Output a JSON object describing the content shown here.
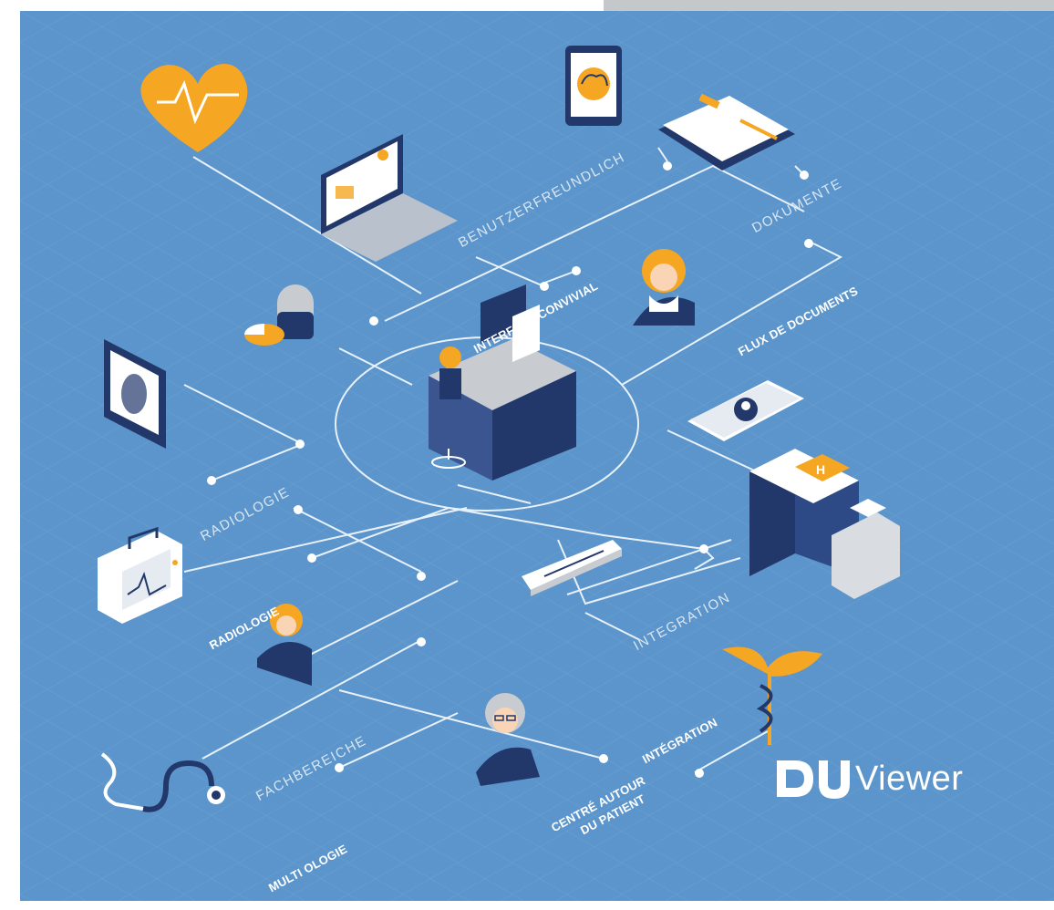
{
  "labels": {
    "benutzerfreundlich": "BENUTZERFREUNDLICH",
    "dokumente": "DOKUMENTE",
    "interface_convivial": "INTERFACE CONVIVIAL",
    "flux_de_documents": "FLUX DE DOCUMENTS",
    "radiologie_grey": "RADIOLOGIE",
    "radiologie_white": "RADIOLOGIE",
    "integration_grey": "INTEGRATION",
    "integration_white": "INTÉGRATION",
    "fachbereiche": "FACHBEREICHE",
    "centre_autour": "CENTRÉ AUTOUR",
    "du_patient": "DU PATIENT",
    "multiologie": "MULTI OLOGIE"
  },
  "logo": {
    "mark": "DU",
    "word": "Viewer"
  },
  "colors": {
    "background": "#5b95cb",
    "accent": "#f5a623",
    "navy": "#22386b",
    "line": "#e8f1fa"
  }
}
